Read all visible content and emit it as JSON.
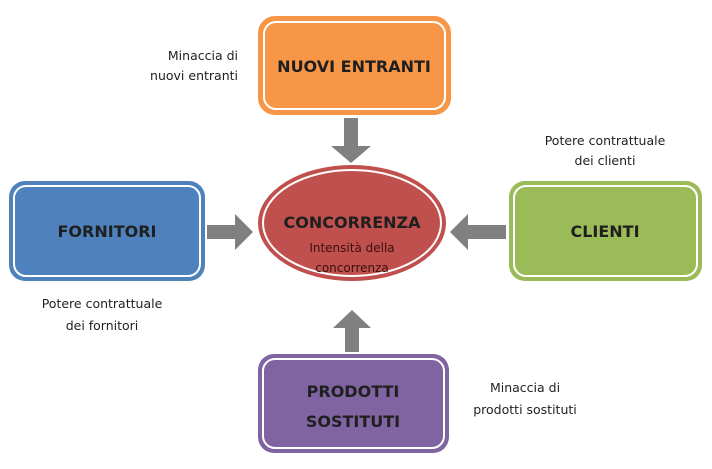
{
  "colors": {
    "nuovi_entranti": "#f79646",
    "concorrenza": "#c0504d",
    "fornitori": "#4f81bd",
    "clienti": "#9bbb59",
    "prodotti_sostituti": "#8064a2",
    "arrow": "#808080"
  },
  "nodes": {
    "nuovi_entranti": "NUOVI ENTRANTI",
    "concorrenza": {
      "title": "CONCORRENZA",
      "line1": "Intensità della",
      "line2": "concorrenza"
    },
    "fornitori": "FORNITORI",
    "clienti": "CLIENTI",
    "prodotti_sostituti": {
      "line1": "PRODOTTI",
      "line2": "SOSTITUTI"
    }
  },
  "notes": {
    "nuovi_entranti": {
      "line1": "Minaccia di",
      "line2": "nuovi entranti"
    },
    "clienti": {
      "line1": "Potere contrattuale",
      "line2": "dei clienti"
    },
    "fornitori": {
      "line1": "Potere contrattuale",
      "line2": "dei fornitori"
    },
    "prodotti_sostituti": {
      "line1": "Minaccia di",
      "line2": "prodotti sostituti"
    }
  }
}
